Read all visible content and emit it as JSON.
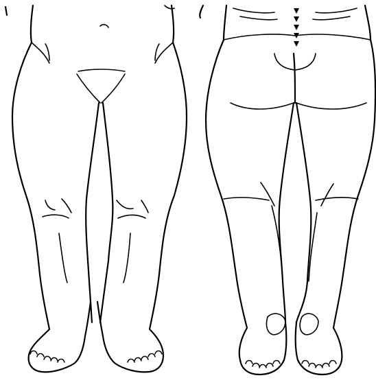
{
  "figure": {
    "views": [
      "anterior",
      "posterior"
    ],
    "style": "black line drawing on white",
    "colors": {
      "background": "#ffffff",
      "line": "#000000"
    }
  }
}
